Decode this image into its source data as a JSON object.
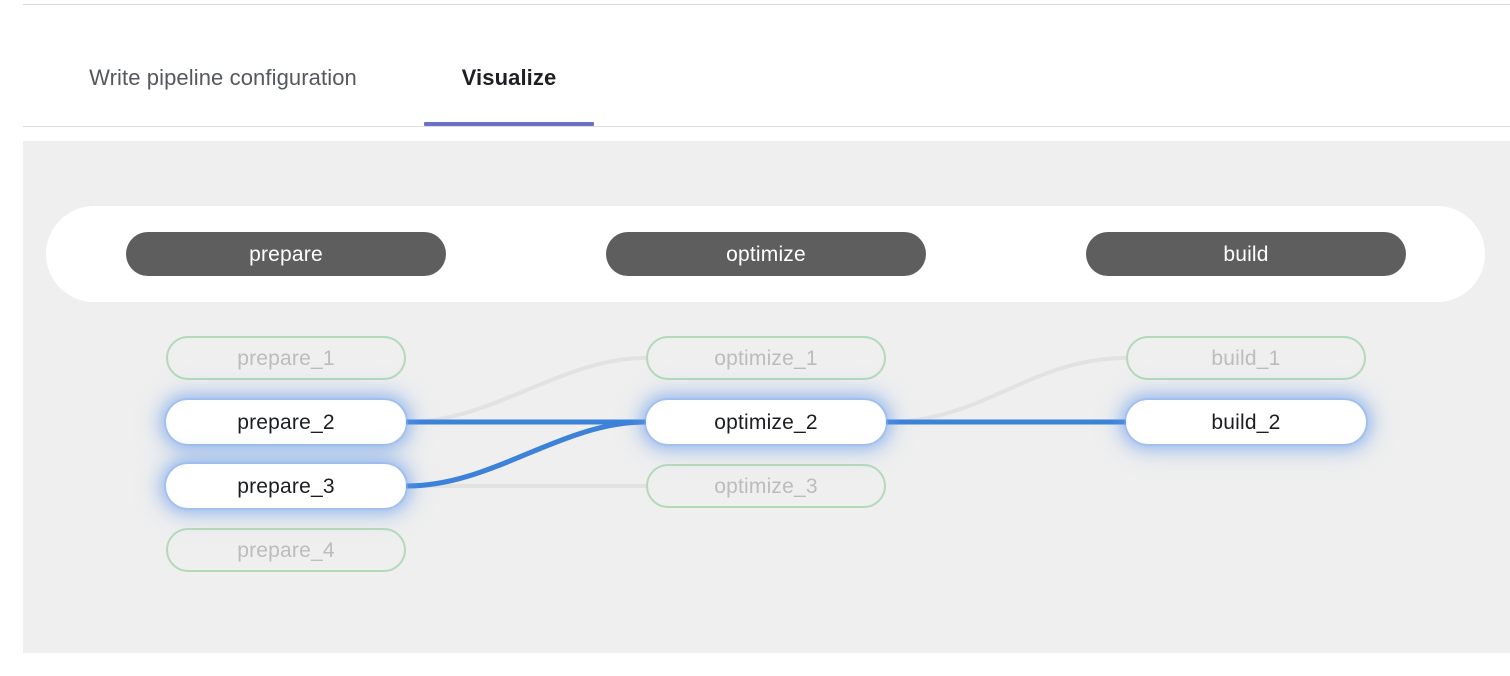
{
  "tabs": [
    {
      "id": "write",
      "label": "Write pipeline configuration",
      "active": false
    },
    {
      "id": "visualize",
      "label": "Visualize",
      "active": true
    }
  ],
  "colors": {
    "canvas_background": "#efefef",
    "stage_strip": "#ffffff",
    "stage_pill": "#5e5e5e",
    "stage_pill_text": "#ffffff",
    "active_tab_underline": "#6b6fc7",
    "active_edge": "#3b82d8",
    "dim_edge": "#e2e2e2",
    "dim_node_border": "#b4d9ba",
    "dim_node_text": "#bcbcbc",
    "active_node_background": "#ffffff",
    "active_node_text": "#1b1d20",
    "active_node_glow": "#6096eb"
  },
  "stages": [
    {
      "id": "prepare",
      "label": "prepare"
    },
    {
      "id": "optimize",
      "label": "optimize"
    },
    {
      "id": "build",
      "label": "build"
    }
  ],
  "nodes": [
    {
      "id": "prepare_1",
      "label": "prepare_1",
      "stage": "prepare",
      "state": "dim"
    },
    {
      "id": "prepare_2",
      "label": "prepare_2",
      "stage": "prepare",
      "state": "active"
    },
    {
      "id": "prepare_3",
      "label": "prepare_3",
      "stage": "prepare",
      "state": "active"
    },
    {
      "id": "prepare_4",
      "label": "prepare_4",
      "stage": "prepare",
      "state": "dim"
    },
    {
      "id": "optimize_1",
      "label": "optimize_1",
      "stage": "optimize",
      "state": "dim"
    },
    {
      "id": "optimize_2",
      "label": "optimize_2",
      "stage": "optimize",
      "state": "active"
    },
    {
      "id": "optimize_3",
      "label": "optimize_3",
      "stage": "optimize",
      "state": "dim"
    },
    {
      "id": "build_1",
      "label": "build_1",
      "stage": "build",
      "state": "dim"
    },
    {
      "id": "build_2",
      "label": "build_2",
      "stage": "build",
      "state": "active"
    }
  ],
  "edges": [
    {
      "from": "prepare_2",
      "to": "optimize_1",
      "state": "dim"
    },
    {
      "from": "prepare_2",
      "to": "optimize_2",
      "state": "active"
    },
    {
      "from": "prepare_3",
      "to": "optimize_2",
      "state": "active"
    },
    {
      "from": "prepare_3",
      "to": "optimize_3",
      "state": "dim"
    },
    {
      "from": "optimize_2",
      "to": "build_1",
      "state": "dim"
    },
    {
      "from": "optimize_2",
      "to": "build_2",
      "state": "active"
    }
  ]
}
